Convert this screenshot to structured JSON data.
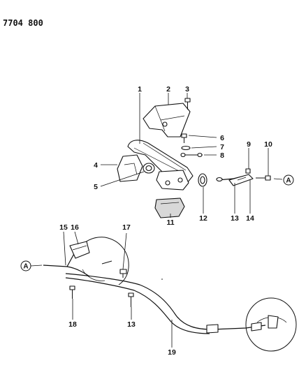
{
  "page_code": "7704 800",
  "callouts": [
    {
      "id": "c1",
      "label": "1"
    },
    {
      "id": "c2",
      "label": "2"
    },
    {
      "id": "c3",
      "label": "3"
    },
    {
      "id": "c4",
      "label": "4"
    },
    {
      "id": "c5",
      "label": "5"
    },
    {
      "id": "c6",
      "label": "6"
    },
    {
      "id": "c7",
      "label": "7"
    },
    {
      "id": "c8",
      "label": "8"
    },
    {
      "id": "c9",
      "label": "9"
    },
    {
      "id": "c10",
      "label": "10"
    },
    {
      "id": "c11",
      "label": "11"
    },
    {
      "id": "c12",
      "label": "12"
    },
    {
      "id": "c13a",
      "label": "13"
    },
    {
      "id": "c14",
      "label": "14"
    },
    {
      "id": "c15",
      "label": "15"
    },
    {
      "id": "c16",
      "label": "16"
    },
    {
      "id": "c17",
      "label": "17"
    },
    {
      "id": "c18",
      "label": "18"
    },
    {
      "id": "c13b",
      "label": "13"
    },
    {
      "id": "c19",
      "label": "19"
    }
  ],
  "connector_ref": "A"
}
